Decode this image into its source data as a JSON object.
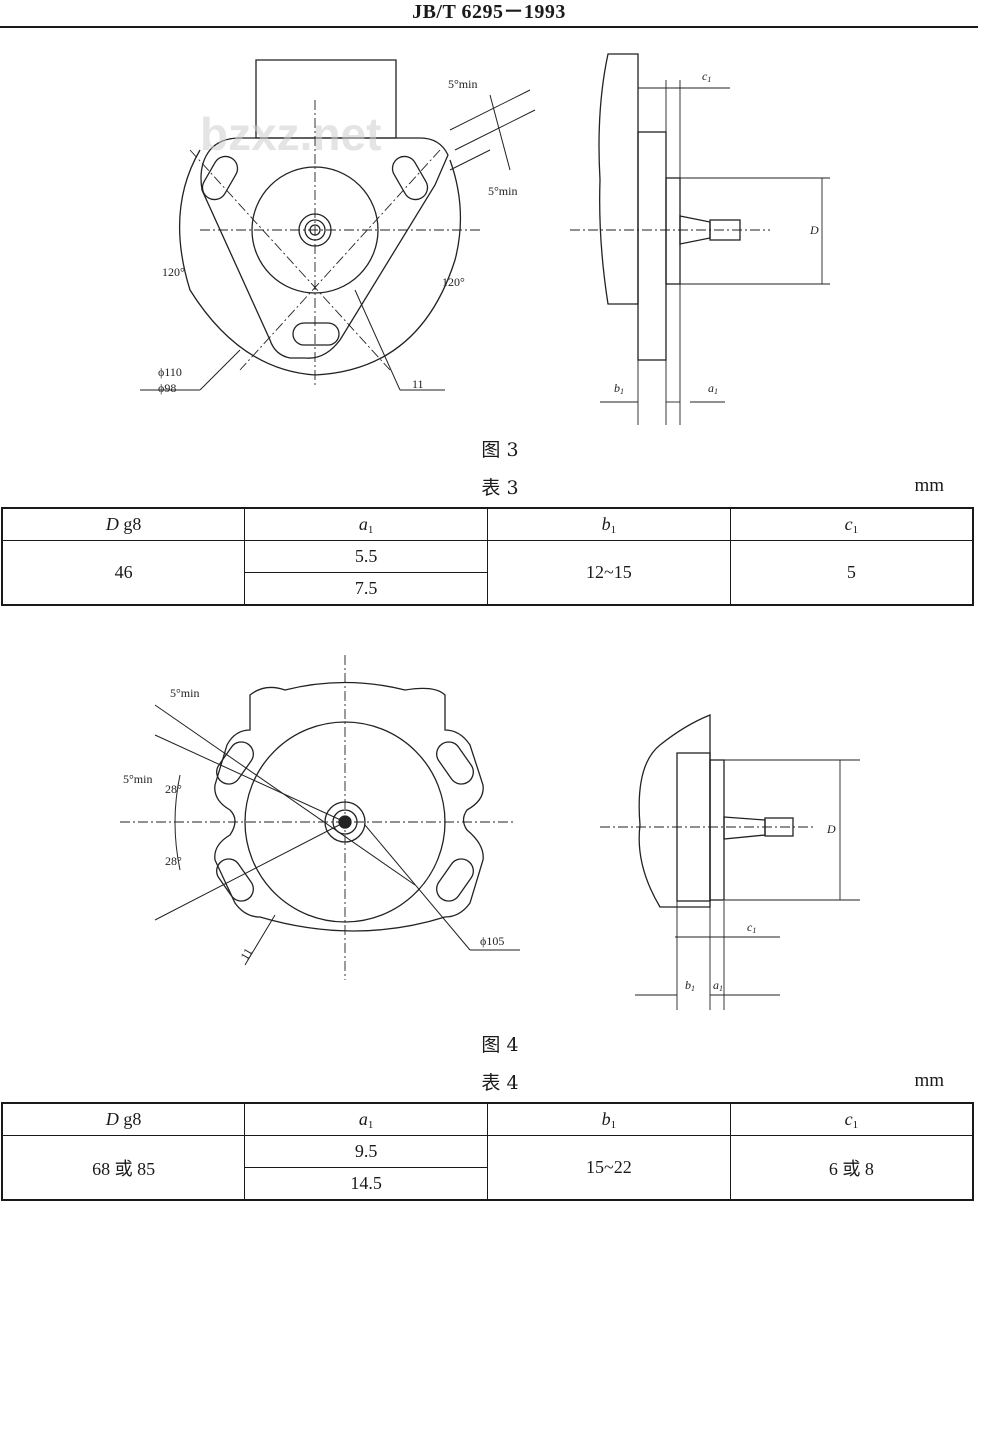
{
  "header": {
    "standard": "JB/T  6295－1993"
  },
  "figure3": {
    "caption": "图 3",
    "labels": {
      "angle_min_top": "5°min",
      "angle_min_right": "5°min",
      "angle_left": "120°",
      "angle_right": "120°",
      "dia_outer": "ϕ110",
      "dia_inner": "ϕ98",
      "slot_width": "11",
      "c1": "c",
      "c1_sub": "1",
      "D": "D",
      "b1": "b",
      "b1_sub": "1",
      "a1": "a",
      "a1_sub": "1"
    },
    "watermark": "bzxz.net"
  },
  "table3": {
    "caption": "表  3",
    "unit": "mm",
    "headers": {
      "d": "D",
      "d_suffix": " g8",
      "a": "a",
      "b": "b",
      "c": "c",
      "sub": "1"
    },
    "row": {
      "d": "46",
      "a_top": "5.5",
      "a_bottom": "7.5",
      "b": "12~15",
      "c": "5"
    }
  },
  "figure4": {
    "caption": "图 4",
    "labels": {
      "angle_min_top": "5°min",
      "angle_min_left": "5°min",
      "angle_top": "28°",
      "angle_bottom": "28°",
      "slot_width": "11",
      "dia": "ϕ105",
      "c1": "c",
      "c1_sub": "1",
      "D": "D",
      "b1": "b",
      "b1_sub": "1",
      "a1": "a",
      "a1_sub": "1"
    }
  },
  "table4": {
    "caption": "表  4",
    "unit": "mm",
    "headers": {
      "d": "D",
      "d_suffix": " g8",
      "a": "a",
      "b": "b",
      "c": "c",
      "sub": "1"
    },
    "row": {
      "d": "68 或 85",
      "a_top": "9.5",
      "a_bottom": "14.5",
      "b": "15~22",
      "c": "6 或 8"
    }
  }
}
